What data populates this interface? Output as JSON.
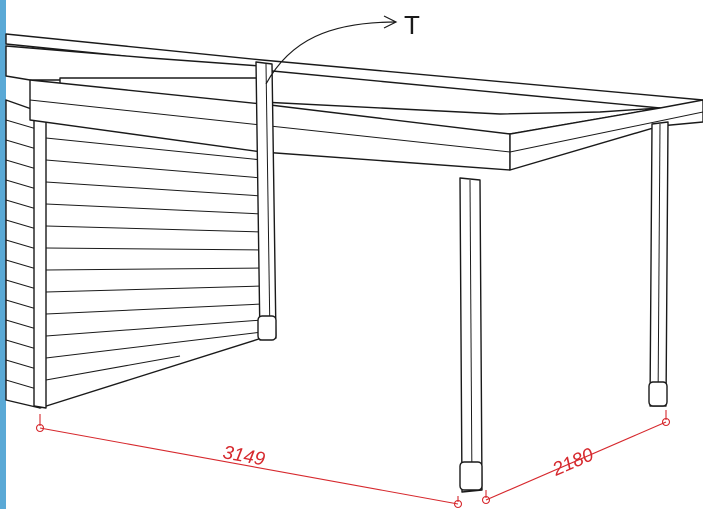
{
  "callout": {
    "label": "T"
  },
  "dimensions": {
    "front_length": "3149",
    "side_depth": "2180"
  },
  "colors": {
    "line": "#1a1a1a",
    "dimension": "#d6282d",
    "left_edge_bar": "#5aa9d6",
    "fill": "#ffffff"
  }
}
